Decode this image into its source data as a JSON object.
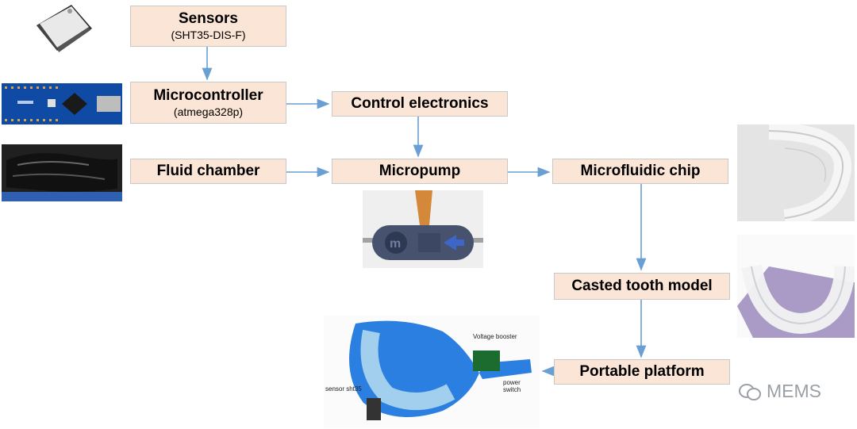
{
  "nodes": {
    "sensors": {
      "title": "Sensors",
      "subtitle": "(SHT35-DIS-F)"
    },
    "microcontroller": {
      "title": "Microcontroller",
      "subtitle": "(atmega328p)"
    },
    "control_electronics": {
      "title": "Control electronics"
    },
    "fluid_chamber": {
      "title": "Fluid chamber"
    },
    "micropump": {
      "title": "Micropump"
    },
    "microfluidic_chip": {
      "title": "Microfluidic chip"
    },
    "casted_tooth_model": {
      "title": "Casted tooth model"
    },
    "portable_platform": {
      "title": "Portable platform"
    }
  },
  "photo_labels": {
    "voltage_booster": "Voltage booster",
    "power_switch": "power switch",
    "sensor": "sensor sht35"
  },
  "watermark": "MEMS",
  "colors": {
    "box_fill": "#fbe5d6",
    "arrow": "#6a9fd4"
  }
}
